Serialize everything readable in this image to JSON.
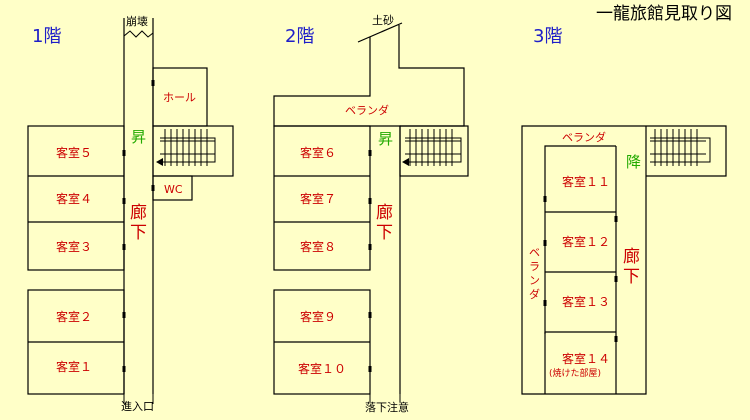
{
  "title": "一龍旅館見取り図",
  "floor1": {
    "label": "1階",
    "collapse": "崩壊",
    "hall": "ホール",
    "wc": "WC",
    "up": "昇",
    "corridor": [
      "廊",
      "下"
    ],
    "entrance": "進入口",
    "rooms": [
      "客室５",
      "客室４",
      "客室３",
      "客室２",
      "客室１"
    ]
  },
  "floor2": {
    "label": "2階",
    "sand": "土砂",
    "veranda": "ベランダ",
    "up": "昇",
    "corridor": [
      "廊",
      "下"
    ],
    "warning": "落下注意",
    "rooms": [
      "客室６",
      "客室７",
      "客室８",
      "客室９",
      "客室１０"
    ]
  },
  "floor3": {
    "label": "3階",
    "veranda_top": "ベランダ",
    "veranda_side": [
      "ベ",
      "ラ",
      "ン",
      "ダ"
    ],
    "down": "降",
    "corridor": [
      "廊",
      "下"
    ],
    "rooms": [
      "客室１１",
      "客室１２",
      "客室１３",
      "客室１４"
    ],
    "burnt": "(焼けた部屋)"
  }
}
